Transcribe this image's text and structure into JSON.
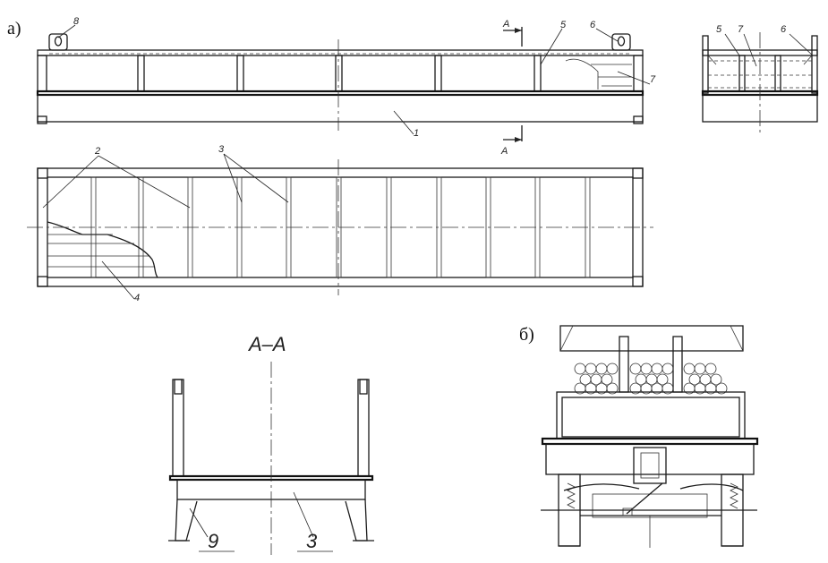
{
  "panels": {
    "a": "а)",
    "b": "б)"
  },
  "section": {
    "title": "A–A",
    "mark_top": "A",
    "mark_bottom": "A"
  },
  "callouts": {
    "c1": "1",
    "c2": "2",
    "c3": "3",
    "c4": "4",
    "c5": "5",
    "c6": "6",
    "c7": "7",
    "c8": "8",
    "c9": "9",
    "end_c5": "5",
    "end_c6": "6",
    "end_c7": "7",
    "sec_c3": "3",
    "sec_c9": "9"
  }
}
